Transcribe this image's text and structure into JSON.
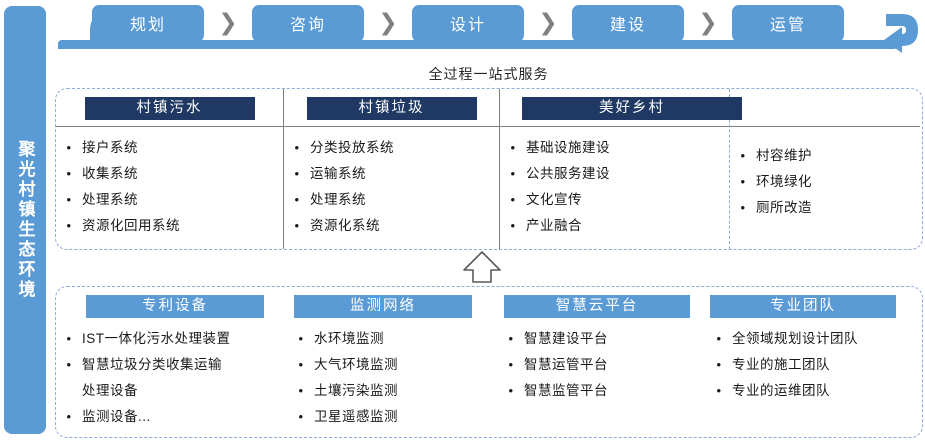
{
  "sidebar": {
    "label": "聚光村镇生态环境",
    "color": "#5B9BD5"
  },
  "flow": {
    "steps": [
      "规划",
      "咨询",
      "设计",
      "建设",
      "运管"
    ],
    "chevron": "❯",
    "step_color": "#5B9BD5",
    "loop_arrow_color": "#5B9BD5"
  },
  "onestop_label": "全过程一站式服务",
  "middle_panel": {
    "header_color": "#1F3864",
    "columns": [
      {
        "title": "村镇污水",
        "items": [
          "接户系统",
          "收集系统",
          "处理系统",
          "资源化回用系统"
        ]
      },
      {
        "title": "村镇垃圾",
        "items": [
          "分类投放系统",
          "运输系统",
          "处理系统",
          "资源化系统"
        ]
      },
      {
        "title": "美好乡村",
        "items": [
          "基础设施建设",
          "公共服务建设",
          "文化宣传",
          "产业融合"
        ]
      },
      {
        "title": "",
        "items": [
          "村容维护",
          "环境绿化",
          "厕所改造"
        ]
      }
    ]
  },
  "bottom_panel": {
    "header_color": "#5B9BD5",
    "columns": [
      {
        "title": "专利设备",
        "items": [
          "IST一体化污水处理装置",
          "智慧垃圾分类收集运输",
          "处理设备",
          "监测设备..."
        ],
        "bulleted": [
          true,
          true,
          false,
          true
        ]
      },
      {
        "title": "监测网络",
        "items": [
          "水环境监测",
          "大气环境监测",
          "土壤污染监测",
          "卫星遥感监测"
        ],
        "bulleted": [
          true,
          true,
          true,
          true
        ]
      },
      {
        "title": "智慧云平台",
        "items": [
          "智慧建设平台",
          "智慧运管平台",
          "智慧监管平台"
        ],
        "bulleted": [
          true,
          true,
          true
        ]
      },
      {
        "title": "专业团队",
        "items": [
          "全领域规划设计团队",
          "专业的施工团队",
          "专业的运维团队"
        ],
        "bulleted": [
          true,
          true,
          true
        ]
      }
    ]
  },
  "up_arrow": {
    "name": "up-arrow",
    "color": "#595959"
  }
}
